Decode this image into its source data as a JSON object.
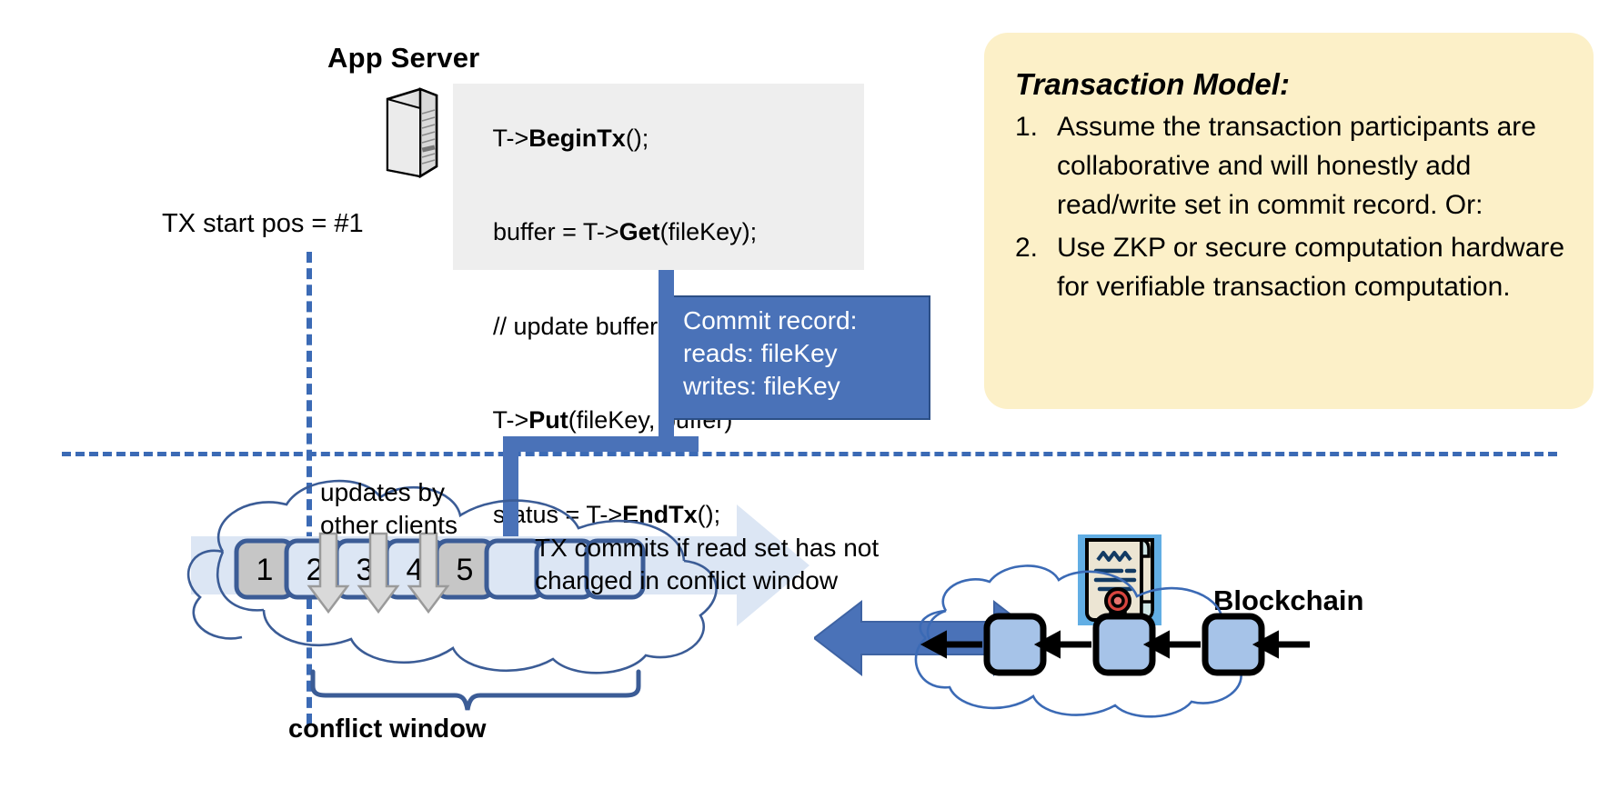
{
  "app_server": {
    "title": "App Server",
    "icon": "server-icon",
    "code_lines": [
      {
        "pre": "T->",
        "bold": "BeginTx",
        "post": "();"
      },
      {
        "pre": "buffer = T->",
        "bold": "Get",
        "post": "(fileKey);"
      },
      {
        "pre": "// update buffer;",
        "bold": "",
        "post": ""
      },
      {
        "pre": "T->",
        "bold": "Put",
        "post": "(fileKey, buffer)"
      },
      {
        "pre": "status = T->",
        "bold": "EndTx",
        "post": "();"
      }
    ]
  },
  "commit_record": {
    "title": "Commit record:",
    "reads": "reads: fileKey",
    "writes": "writes: fileKey",
    "fill_color": "#4a72b8",
    "border_color": "#2c4f86"
  },
  "transaction_model": {
    "title": "Transaction Model:",
    "background": "#fcf0c8",
    "items": [
      {
        "num": "1.",
        "text": "Assume the transaction participants are collaborative and will honestly add read/write set in commit record.  Or:"
      },
      {
        "num": "2.",
        "text": "Use ZKP or secure computation hardware for verifiable transaction computation."
      }
    ]
  },
  "ledger": {
    "tx_start_label": "TX start pos = #1",
    "updates_label_line1": "updates by",
    "updates_label_line2": "other clients",
    "commit_note_line1": "TX commits if read set has not",
    "commit_note_line2": "changed in conflict window",
    "conflict_window_label": "conflict window",
    "slots": [
      {
        "label": "1",
        "fill": "#c6c6c6"
      },
      {
        "label": "2",
        "fill": "#dce6f4"
      },
      {
        "label": "3",
        "fill": "#dce6f4"
      },
      {
        "label": "4",
        "fill": "#dce6f4"
      },
      {
        "label": "5",
        "fill": "#c6c6c6"
      },
      {
        "label": "",
        "fill": "#dce6f4"
      },
      {
        "label": "",
        "fill": "#dce6f4"
      },
      {
        "label": "",
        "fill": "#dce6f4"
      }
    ],
    "slot_border_color": "#3b5c96",
    "update_arrow_count": 3,
    "dashed_line_color": "#3b6ab5"
  },
  "blockchain": {
    "label": "Blockchain",
    "icon": "certificate-icon",
    "block_count": 3,
    "block_fill": "#a6c3e8",
    "link_arrow_direction": "left"
  },
  "colors": {
    "accent_blue": "#4a72b8",
    "cloud_stroke": "#3b5c96",
    "code_bg": "#eeeeee",
    "gray_slot": "#c6c6c6",
    "light_slot": "#dce6f4"
  }
}
